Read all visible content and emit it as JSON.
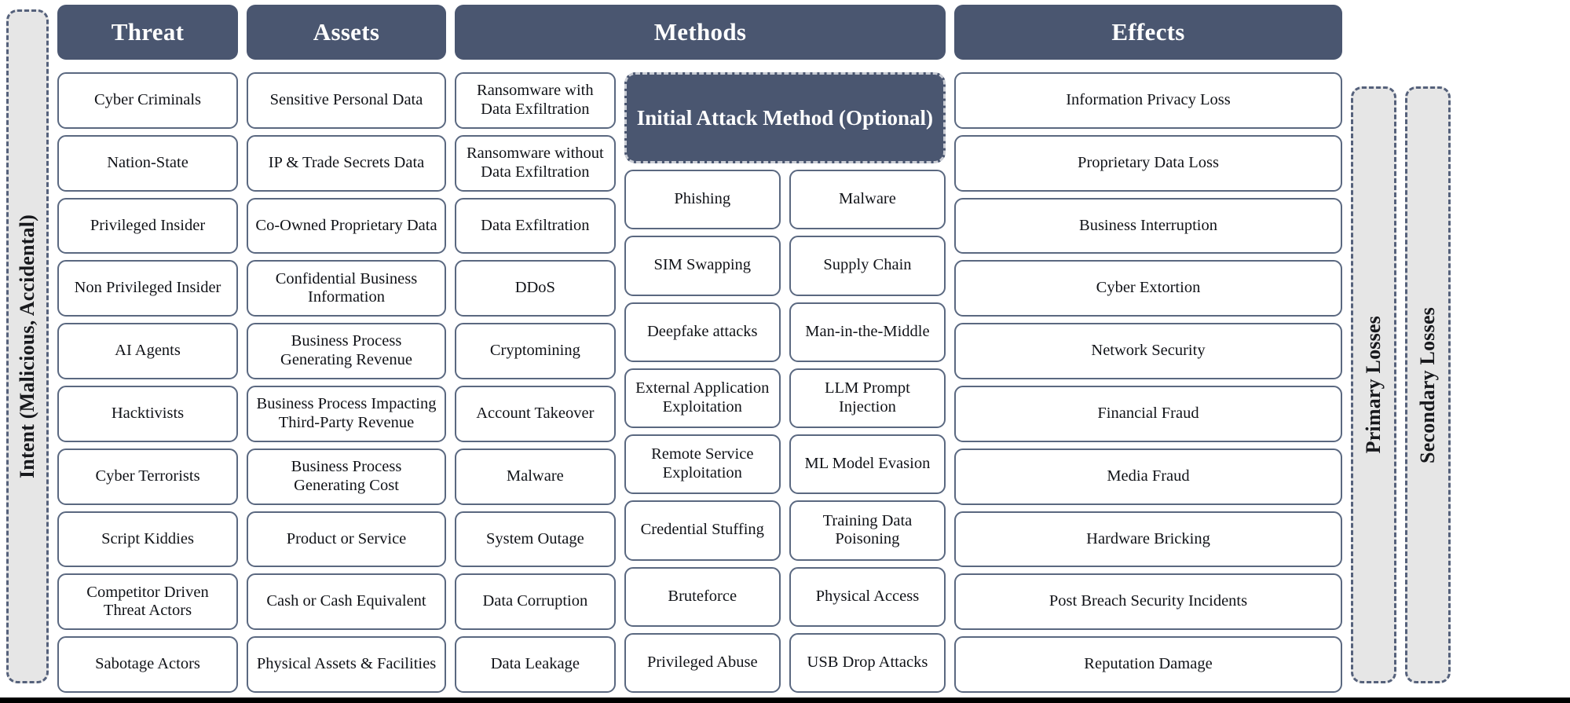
{
  "rails": {
    "intent": "Intent (Malicious, Accidental)",
    "primary_losses": "Primary Losses",
    "secondary_losses": "Secondary Losses"
  },
  "colors": {
    "header_fill": "#4A5670",
    "card_border": "#5A6880",
    "rail_fill": "#E6E6E6",
    "rail_border": "#55617B",
    "card_fill": "#FFFFFF",
    "text": "#111318",
    "header_text": "#FFFFFF"
  },
  "columns": {
    "threat": {
      "header": "Threat",
      "items": [
        "Cyber Criminals",
        "Nation-State",
        "Privileged Insider",
        "Non Privileged Insider",
        "AI Agents",
        "Hacktivists",
        "Cyber Terrorists",
        "Script Kiddies",
        "Competitor Driven Threat Actors",
        "Sabotage Actors"
      ]
    },
    "assets": {
      "header": "Assets",
      "items": [
        "Sensitive Personal Data",
        "IP & Trade Secrets Data",
        "Co-Owned Proprietary Data",
        "Confidential Business Information",
        "Business Process Generating Revenue",
        "Business Process Impacting Third-Party Revenue",
        "Business Process Generating Cost",
        "Product or Service",
        "Cash or Cash Equivalent",
        "Physical Assets & Facilities"
      ]
    },
    "methods": {
      "header": "Methods",
      "initial_attack_header": "Initial Attack Method (Optional)",
      "primary_items": [
        "Ransomware with Data Exfiltration",
        "Ransomware without Data Exfiltration",
        "Data Exfiltration",
        "DDoS",
        "Cryptomining",
        "Account Takeover",
        "Malware",
        "System Outage",
        "Data Corruption",
        "Data Leakage"
      ],
      "initial_left_items": [
        "Phishing",
        "SIM Swapping",
        "Deepfake attacks",
        "External Application Exploitation",
        "Remote Service Exploitation",
        "Credential Stuffing",
        "Bruteforce",
        "Privileged Abuse"
      ],
      "initial_right_items": [
        "Malware",
        "Supply Chain",
        "Man-in-the-Middle",
        "LLM Prompt Injection",
        "ML Model Evasion",
        "Training Data Poisoning",
        "Physical Access",
        "USB Drop Attacks"
      ]
    },
    "effects": {
      "header": "Effects",
      "items": [
        "Information Privacy Loss",
        "Proprietary Data Loss",
        "Business Interruption",
        "Cyber Extortion",
        "Network Security",
        "Financial Fraud",
        "Media Fraud",
        "Hardware Bricking",
        "Post Breach Security Incidents",
        "Reputation Damage"
      ]
    }
  }
}
